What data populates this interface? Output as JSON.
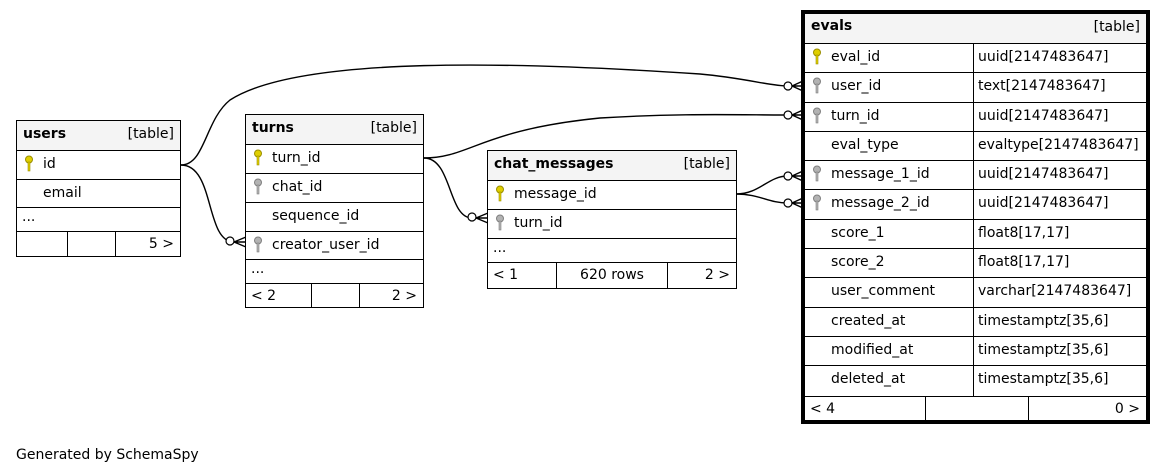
{
  "tables": {
    "users": {
      "name": "users",
      "type": "[table]",
      "columns": [
        {
          "name": "id",
          "key": "primary"
        },
        {
          "name": "email",
          "key": "none"
        }
      ],
      "ellipsis": "...",
      "nav": {
        "left": "",
        "mid": "",
        "right": "5 >"
      }
    },
    "turns": {
      "name": "turns",
      "type": "[table]",
      "columns": [
        {
          "name": "turn_id",
          "key": "primary"
        },
        {
          "name": "chat_id",
          "key": "foreign"
        },
        {
          "name": "sequence_id",
          "key": "none"
        },
        {
          "name": "creator_user_id",
          "key": "foreign"
        }
      ],
      "ellipsis": "...",
      "nav": {
        "left": "< 2",
        "mid": "",
        "right": "2 >"
      }
    },
    "chat_messages": {
      "name": "chat_messages",
      "type": "[table]",
      "columns": [
        {
          "name": "message_id",
          "key": "primary"
        },
        {
          "name": "turn_id",
          "key": "foreign"
        }
      ],
      "ellipsis": "...",
      "nav": {
        "left": "< 1",
        "mid": "620 rows",
        "right": "2 >"
      }
    },
    "evals": {
      "name": "evals",
      "type": "[table]",
      "columns": [
        {
          "name": "eval_id",
          "type": "uuid[2147483647]",
          "key": "primary"
        },
        {
          "name": "user_id",
          "type": "text[2147483647]",
          "key": "foreign"
        },
        {
          "name": "turn_id",
          "type": "uuid[2147483647]",
          "key": "foreign"
        },
        {
          "name": "eval_type",
          "type": "evaltype[2147483647]",
          "key": "none"
        },
        {
          "name": "message_1_id",
          "type": "uuid[2147483647]",
          "key": "foreign"
        },
        {
          "name": "message_2_id",
          "type": "uuid[2147483647]",
          "key": "foreign"
        },
        {
          "name": "score_1",
          "type": "float8[17,17]",
          "key": "none"
        },
        {
          "name": "score_2",
          "type": "float8[17,17]",
          "key": "none"
        },
        {
          "name": "user_comment",
          "type": "varchar[2147483647]",
          "key": "none"
        },
        {
          "name": "created_at",
          "type": "timestamptz[35,6]",
          "key": "none"
        },
        {
          "name": "modified_at",
          "type": "timestamptz[35,6]",
          "key": "none"
        },
        {
          "name": "deleted_at",
          "type": "timestamptz[35,6]",
          "key": "none"
        }
      ],
      "nav": {
        "left": "< 4",
        "mid": "",
        "right": "0 >"
      }
    }
  },
  "relationships": [
    {
      "from": "users.id",
      "to": "evals.user_id"
    },
    {
      "from": "users.id",
      "to": "turns.creator_user_id"
    },
    {
      "from": "turns.turn_id",
      "to": "evals.turn_id"
    },
    {
      "from": "turns.turn_id",
      "to": "chat_messages.turn_id"
    },
    {
      "from": "chat_messages.message_id",
      "to": "evals.message_1_id"
    },
    {
      "from": "chat_messages.message_id",
      "to": "evals.message_2_id"
    }
  ],
  "colors": {
    "primary_key": "#e0cf00",
    "foreign_key": "#b3b3b3",
    "header_bg": "#f4f4f4"
  },
  "footer": "Generated by SchemaSpy"
}
